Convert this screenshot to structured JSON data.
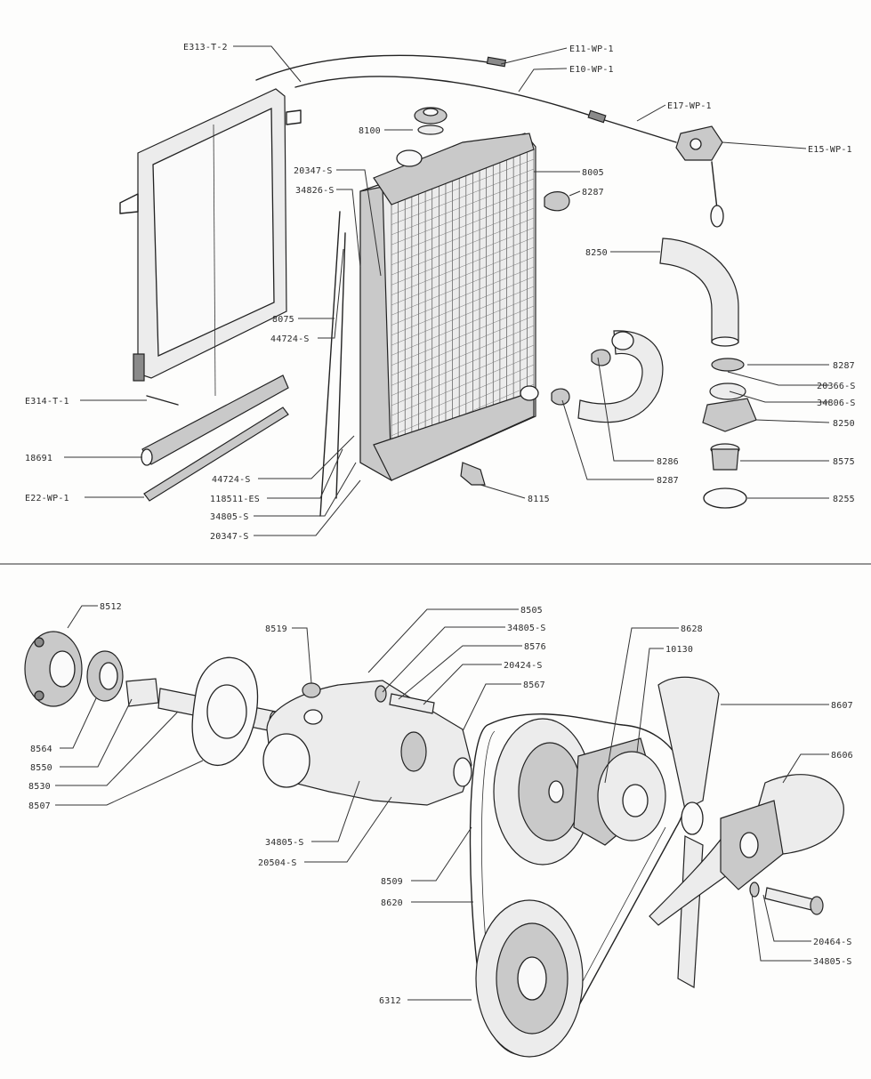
{
  "upper_labels": [
    "E313-T-2",
    "E11-WP-1",
    "E10-WP-1",
    "E17-WP-1",
    "E15-WP-1",
    "8100",
    "8005",
    "20347-S",
    "34826-S",
    "8287",
    "8250",
    "8075",
    "44724-S",
    "8287",
    "20366-S",
    "34806-S",
    "8250",
    "8575",
    "8255",
    "8286",
    "8287",
    "8115",
    "E314-T-1",
    "18691",
    "E22-WP-1",
    "44724-S",
    "118511-ES",
    "34805-S",
    "20347-S"
  ],
  "lower_labels": [
    "8512",
    "8519",
    "8505",
    "34805-S",
    "8576",
    "20424-S",
    "8567",
    "8628",
    "10130",
    "8607",
    "8606",
    "8564",
    "8550",
    "8530",
    "8507",
    "34805-S",
    "20504-S",
    "8509",
    "8620",
    "20464-S",
    "34805-S",
    "6312"
  ]
}
